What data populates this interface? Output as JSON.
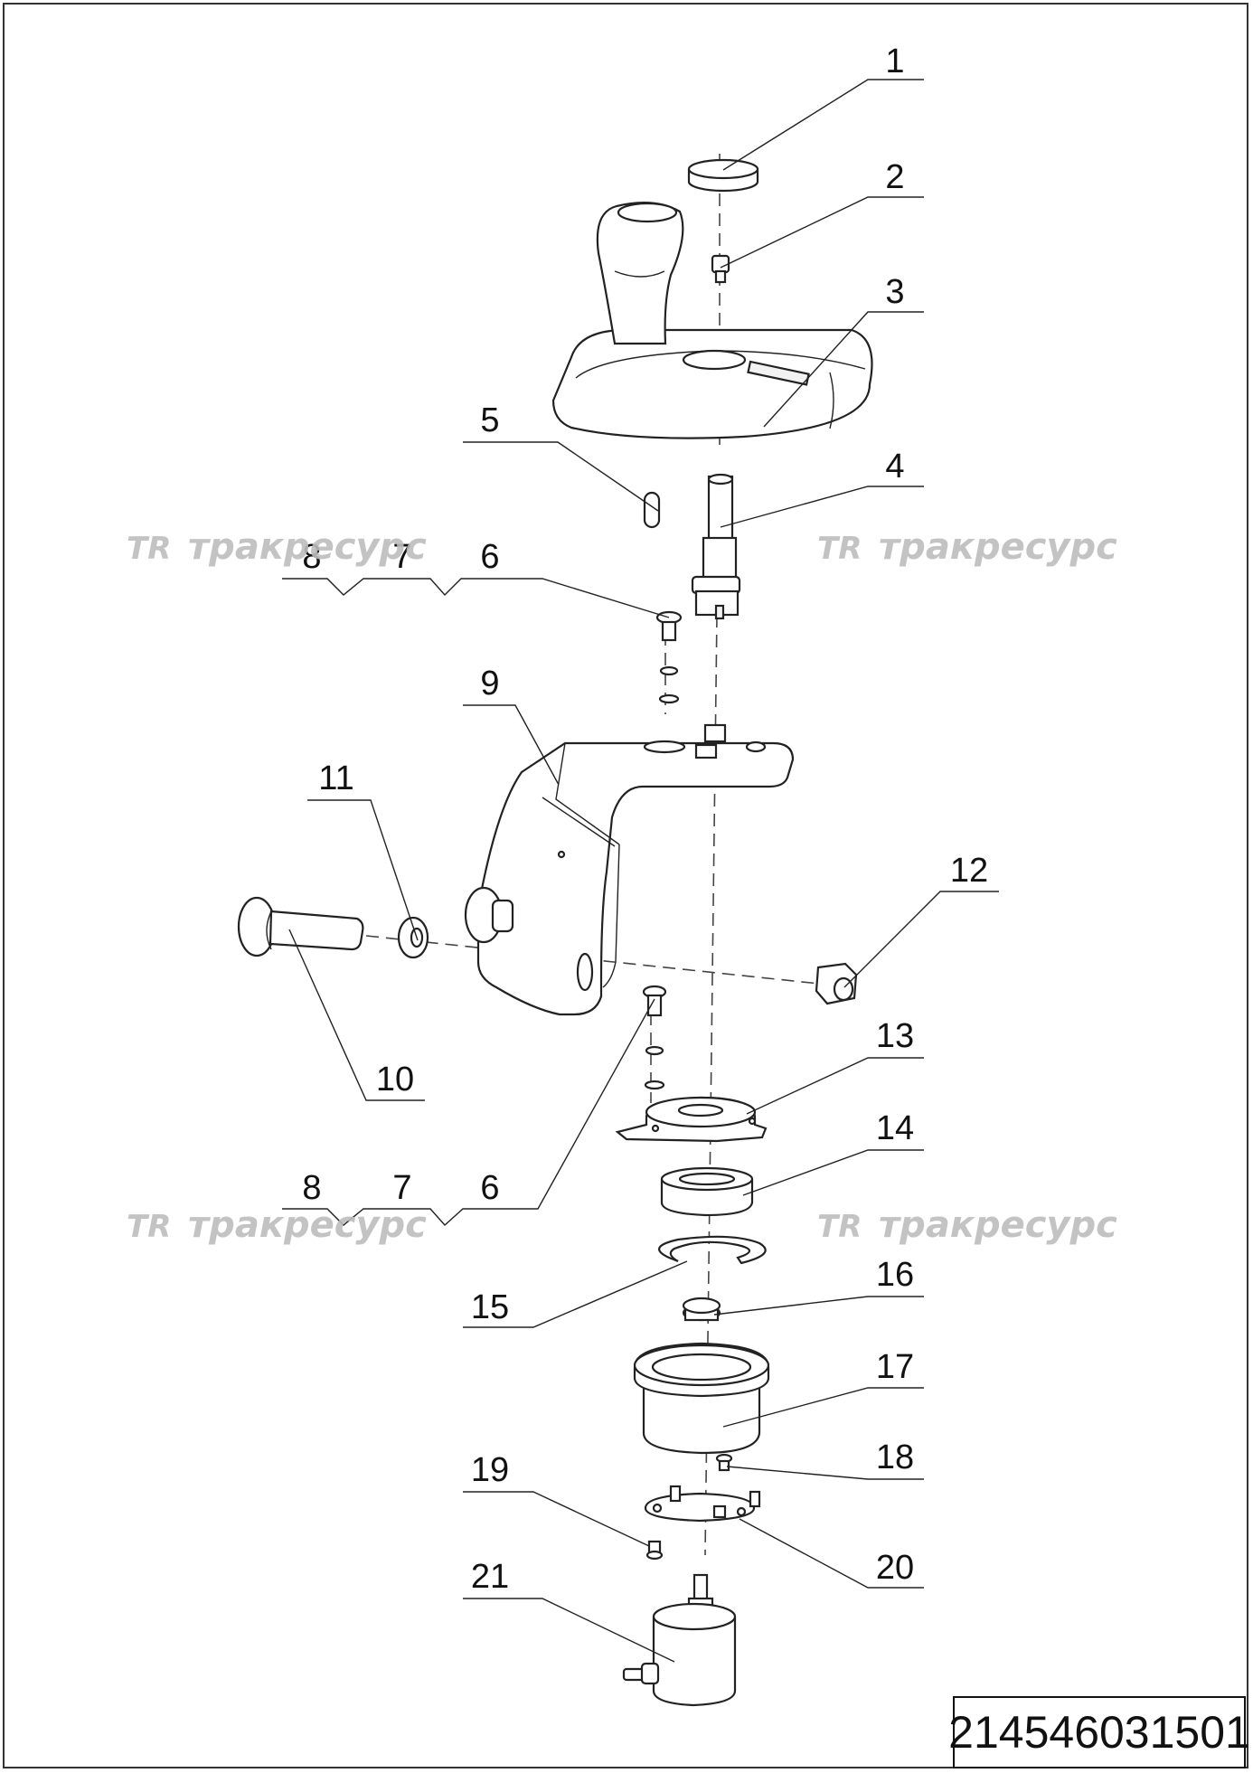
{
  "callouts": [
    "1",
    "2",
    "3",
    "4",
    "5",
    "6",
    "7",
    "8",
    "9",
    "10",
    "11",
    "12",
    "13",
    "14",
    "15",
    "16",
    "17",
    "18",
    "19",
    "20",
    "21"
  ],
  "callouts_bottom": [
    "8",
    "7",
    "6"
  ],
  "watermark": {
    "logo": "TR",
    "text": "тракресурс"
  },
  "document_number": "214546031501",
  "colors": {
    "line": "#222222",
    "watermark": "#bdbdbd",
    "background": "#ffffff"
  }
}
